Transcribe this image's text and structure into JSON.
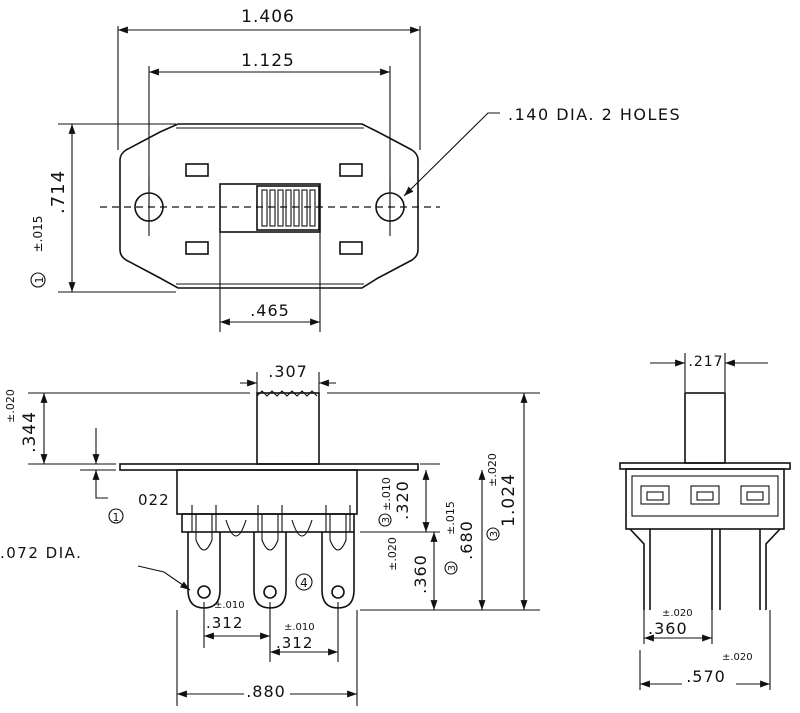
{
  "top_view": {
    "overall_length": "1.406",
    "hole_spacing": "1.125",
    "holes_note": ".140 DIA. 2 HOLES",
    "height_note_num": "1",
    "height_tol": "±.015",
    "height": ".714",
    "slot_width": ".465"
  },
  "front_view": {
    "actuator_width": ".307",
    "actuator_height_tol": "±.020",
    "actuator_height": ".344",
    "plate_note_num": "1",
    "plate_thickness": "022",
    "terminal_hole": ".072 DIA.",
    "terminal_spacing_tol_1": "±.010",
    "terminal_spacing_1": ".312",
    "terminal_spacing_tol_2": "±.010",
    "terminal_spacing_2": ".312",
    "overall_width": ".880",
    "body_note_num": "3",
    "body_tol": "±.010",
    "body_height": ".320",
    "terminal_tol": "±.020",
    "terminal_length": ".360",
    "body_total_note_num": "3",
    "body_total_tol": "±.015",
    "body_total": ".680",
    "overall_note_num": "3",
    "overall_tol": "±.020",
    "overall_height": "1.024",
    "terminal_note_num": "4"
  },
  "side_view": {
    "actuator_width": ".217",
    "pin_tol": "±.020",
    "pin_spacing": ".360",
    "body_tol": "±.020",
    "body_width": ".570"
  }
}
